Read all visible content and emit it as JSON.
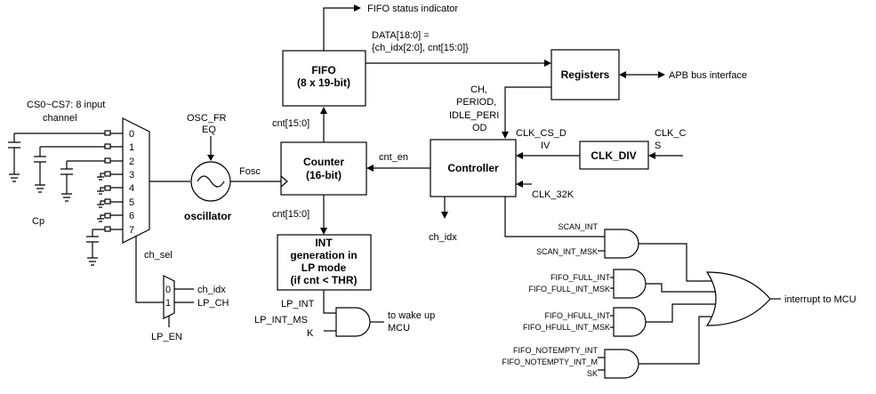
{
  "inputs": {
    "title_line1": "CS0~CS7: 8 input",
    "title_line2": "channel",
    "cp": "Cp",
    "channels": [
      "0",
      "1",
      "2",
      "3",
      "4",
      "5",
      "6",
      "7"
    ],
    "ch_sel": "ch_sel"
  },
  "mux2": {
    "in0": "0",
    "in1": "1",
    "out_idx": "ch_idx",
    "out_lp": "LP_CH",
    "en": "LP_EN"
  },
  "oscillator": {
    "top1": "OSC_FR",
    "top2": "EQ",
    "name": "oscillator",
    "fosc": "Fosc"
  },
  "counter": {
    "title": "Counter",
    "sub": "(16-bit)",
    "cnt_top": "cnt[15:0]",
    "cnt_bottom": "cnt[15:0]",
    "cnt_en": "cnt_en"
  },
  "fifo": {
    "title": "FIFO",
    "sub": "(8 x 19-bit)",
    "status": "FIFO status indicator",
    "data1": "DATA[18:0] =",
    "data2": "{ch_idx[2:0], cnt[15:0]}"
  },
  "registers": {
    "title": "Registers",
    "apb": "APB bus interface"
  },
  "reg_out": {
    "l1": "CH,",
    "l2": "PERIOD,",
    "l3": "IDLE_PERI",
    "l4": "OD"
  },
  "controller": {
    "title": "Controller",
    "ch_idx": "ch_idx",
    "clk32": "CLK_32K",
    "clk_cs_d1": "CLK_CS_D",
    "clk_cs_d2": "IV"
  },
  "clkdiv": {
    "title": "CLK_DIV",
    "in1": "CLK_C",
    "in2": "S"
  },
  "intgen": {
    "l1": "INT",
    "l2": "generation  in",
    "l3": "LP mode",
    "l4": "(if cnt < THR)",
    "lp_int": "LP_INT",
    "lp_int_ms1": "LP_INT_MS",
    "lp_int_ms2": "K",
    "wake1": "to wake up",
    "wake2": "MCU"
  },
  "gates": {
    "scan_int": "SCAN_INT",
    "scan_int_msk": "SCAN_INT_MSK",
    "fifo_full_int": "FIFO_FULL_INT",
    "fifo_full_int_msk": "FIFO_FULL_INT_MSK",
    "fifo_hfull_int": "FIFO_HFULL_INT",
    "fifo_hfull_int_msk": "FIFO_HFULL_INT_MSK",
    "fifo_notempty_int": "FIFO_NOTEMPTY_INT",
    "fifo_notempty_msk1": "FIFO_NOTEMPTY_INT_M",
    "fifo_notempty_msk2": "SK",
    "interrupt": "interrupt to MCU"
  }
}
